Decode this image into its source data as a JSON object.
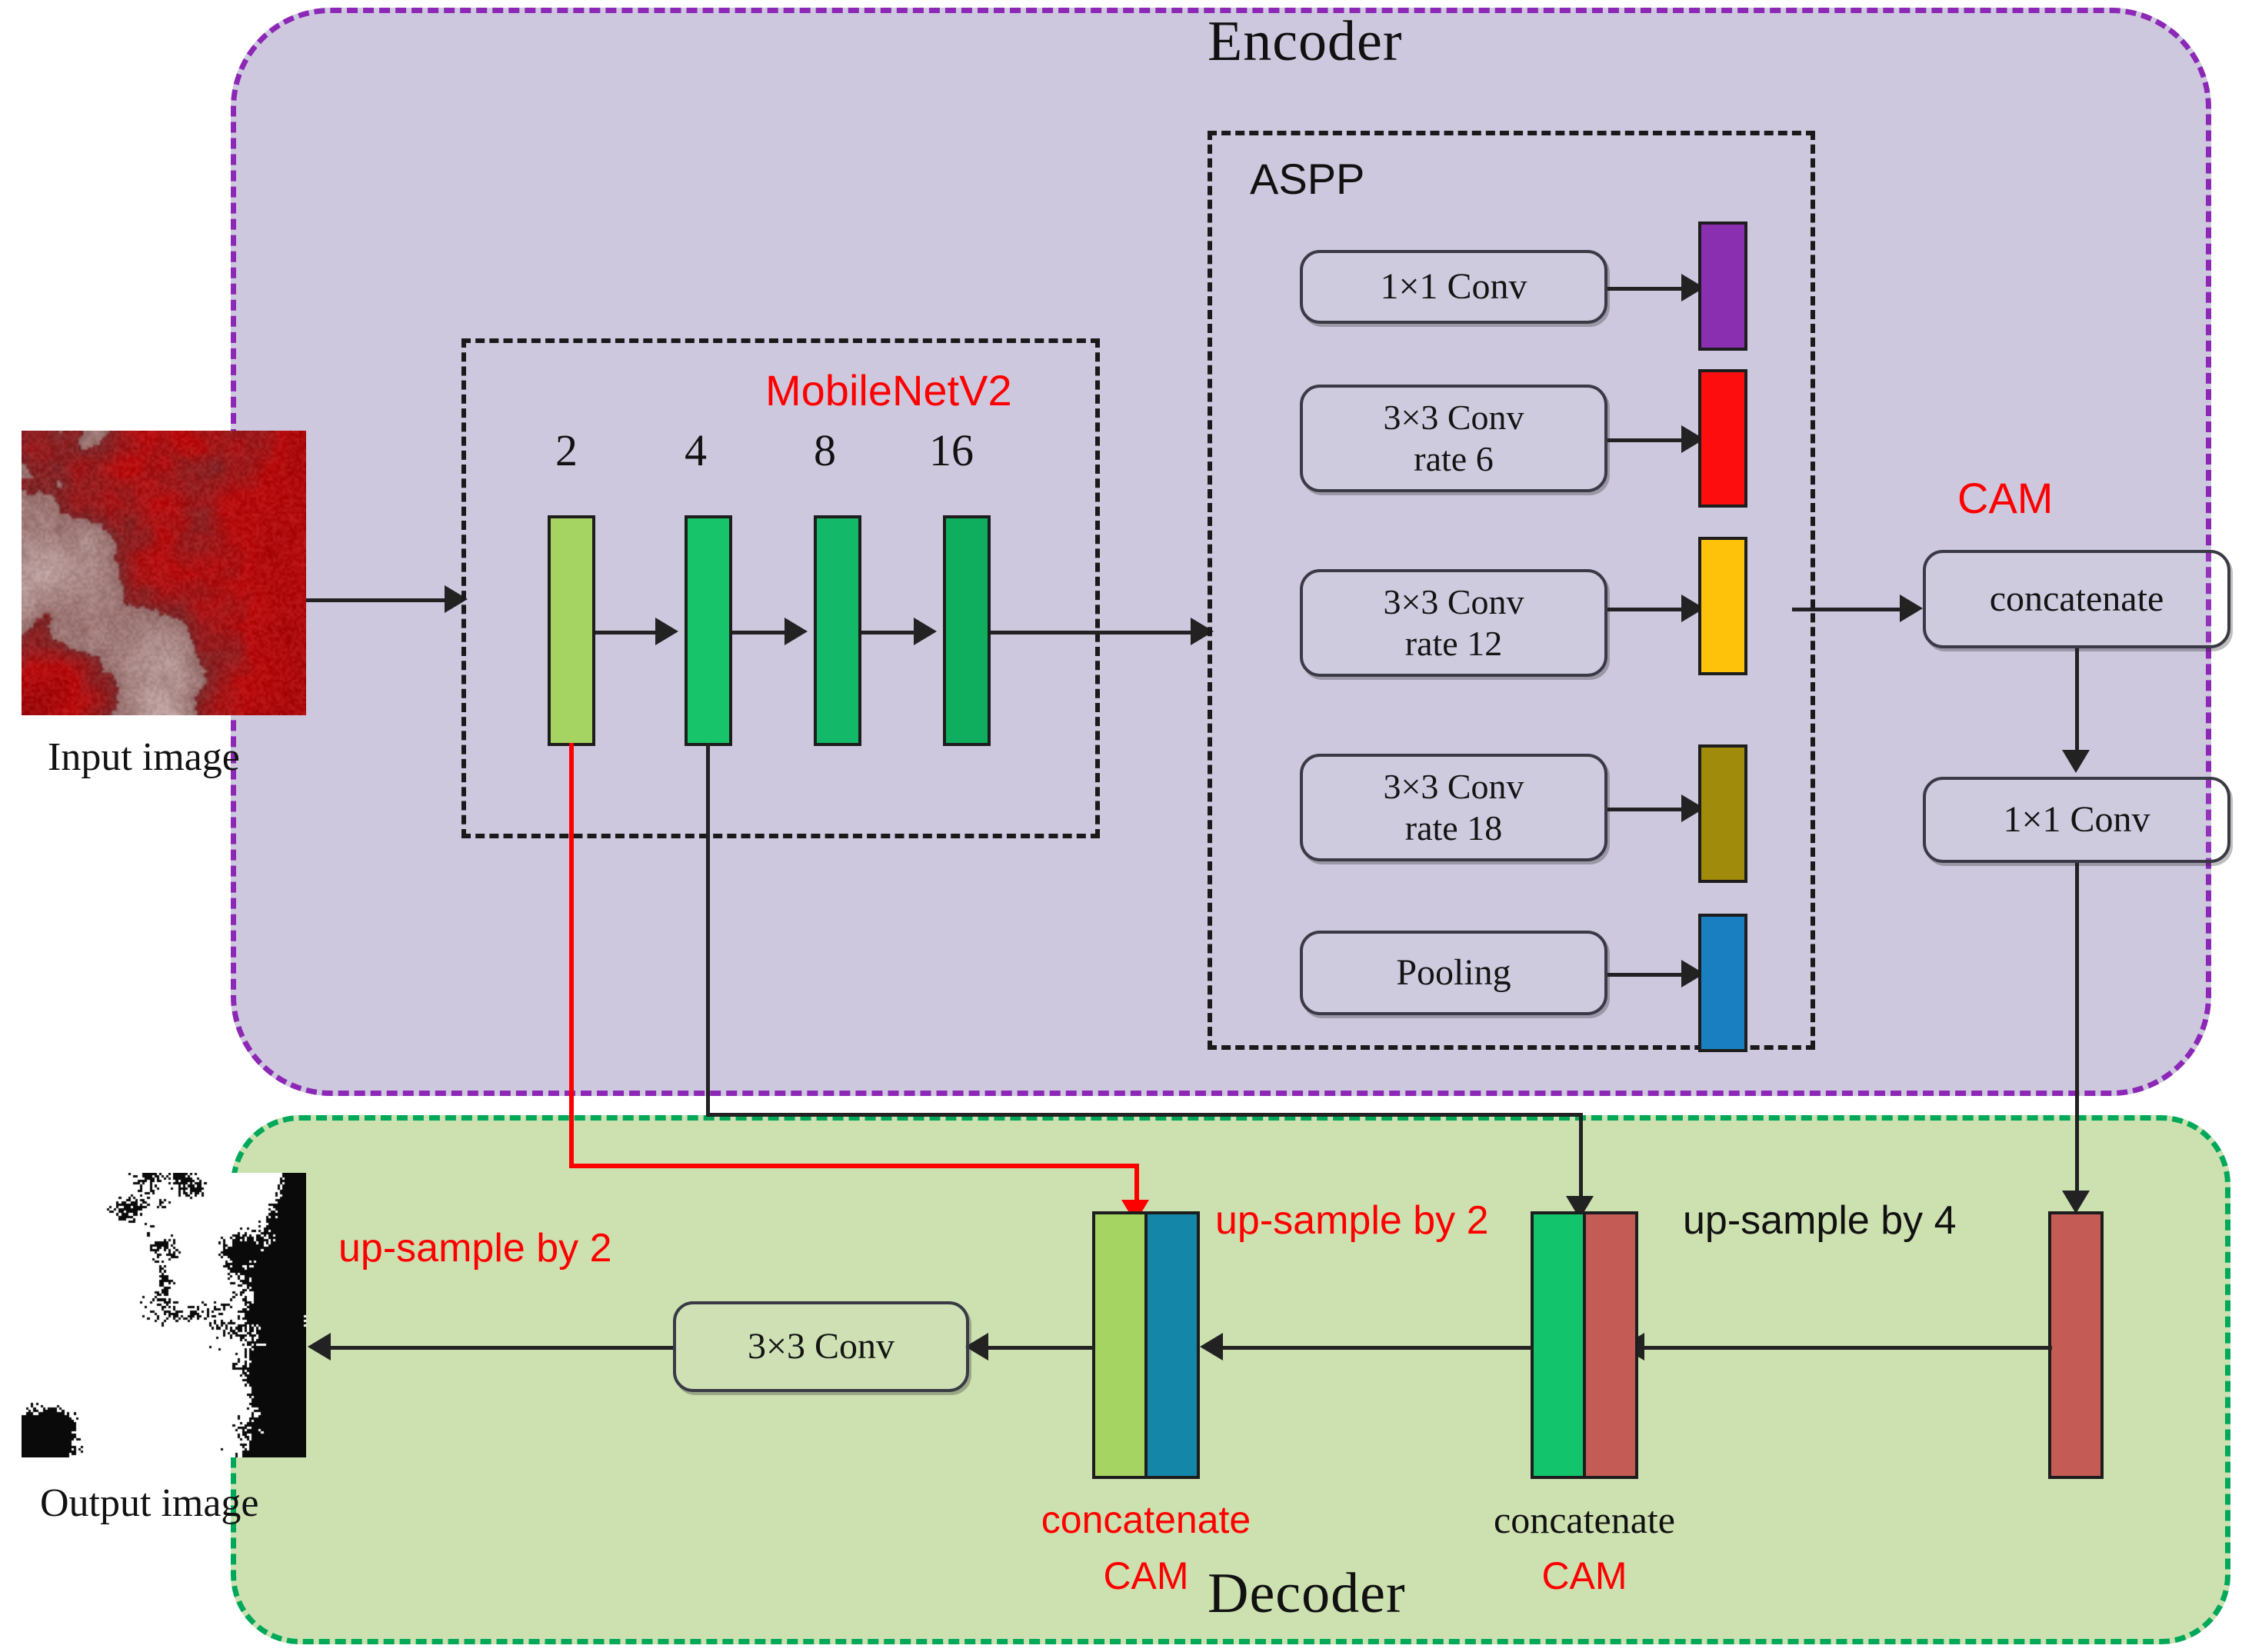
{
  "figure": {
    "type": "neural-network-architecture-diagram",
    "encoder": {
      "title": "Encoder",
      "panel_color": "#cdc8dd",
      "border_color": "#8c27b6",
      "backbone": {
        "name": "MobileNetV2",
        "name_color": "#ff0000",
        "stage_labels": [
          "2",
          "4",
          "8",
          "16"
        ],
        "stage_colors": [
          "#a6d463",
          "#17c46a",
          "#14b869",
          "#0fae5e"
        ]
      },
      "aspp": {
        "label": "ASPP",
        "branches": [
          {
            "label": "1×1 Conv",
            "lines": [
              "1×1 Conv"
            ],
            "out_color": "#8a2fb0"
          },
          {
            "label": "3×3 Conv rate 6",
            "lines": [
              "3×3 Conv",
              "rate 6"
            ],
            "out_color": "#fd0d0d"
          },
          {
            "label": "3×3 Conv rate 12",
            "lines": [
              "3×3 Conv",
              "rate 12"
            ],
            "out_color": "#ffc20b"
          },
          {
            "label": "3×3 Conv rate 18",
            "lines": [
              "3×3 Conv",
              "rate 18"
            ],
            "out_color": "#a08b0a"
          },
          {
            "label": "Pooling",
            "lines": [
              "Pooling"
            ],
            "out_color": "#1a7fc1"
          }
        ]
      },
      "cam": {
        "label": "CAM",
        "label_color": "#ff0000",
        "concatenate_label": "concatenate",
        "conv_label": "1×1 Conv"
      }
    },
    "decoder": {
      "title": "Decoder",
      "panel_color": "#cde0b0",
      "border_color": "#00a85a",
      "conv_label": "3×3 Conv",
      "upsample_labels": [
        {
          "text": "up-sample by 2",
          "color": "#ff0000"
        },
        {
          "text": "up-sample by 2",
          "color": "#ff0000"
        },
        {
          "text": "up-sample by 4",
          "color": "#111111"
        }
      ],
      "concat_blocks": [
        {
          "concat_text": "concatenate",
          "concat_color": "#ff0000",
          "cam_text": "CAM",
          "cam_color": "#ff0000",
          "left_color": "#a6d463",
          "right_color": "#1487a8"
        },
        {
          "concat_text": "concatenate",
          "concat_color": "#111111",
          "cam_text": "CAM",
          "cam_color": "#ff0000",
          "left_color": "#12c46b",
          "right_color": "#c45b55"
        }
      ],
      "final_bar_color": "#c45b55"
    },
    "io": {
      "input_caption": "Input image",
      "output_caption": "Output image"
    }
  }
}
